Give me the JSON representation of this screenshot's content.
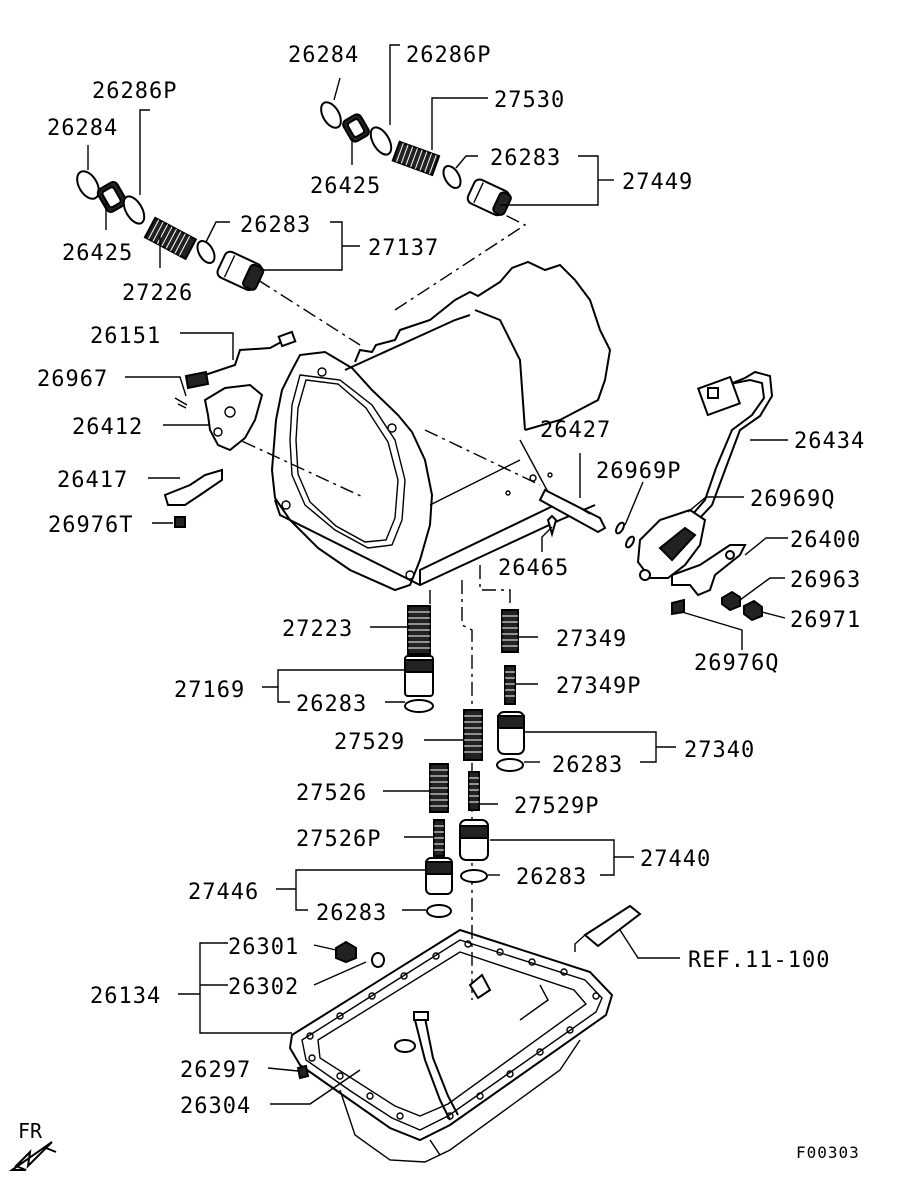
{
  "diagram": {
    "drawing_code": "F00303",
    "direction_label": "FR",
    "reference": "REF.11-100",
    "part_labels": {
      "p26284_a": "26284",
      "p26286P_a": "26286P",
      "p26425_a": "26425",
      "p27530": "27530",
      "p26283_a": "26283",
      "p27449": "27449",
      "p26286P_b": "26286P",
      "p26284_b": "26284",
      "p26425_b": "26425",
      "p26283_b": "26283",
      "p27137": "27137",
      "p27226": "27226",
      "p26151": "26151",
      "p26967": "26967",
      "p26412": "26412",
      "p26417": "26417",
      "p26976T": "26976T",
      "p26427": "26427",
      "p26969P": "26969P",
      "p26434": "26434",
      "p26969Q": "26969Q",
      "p26400": "26400",
      "p26465": "26465",
      "p26963": "26963",
      "p26971": "26971",
      "p26976Q": "26976Q",
      "p27223": "27223",
      "p27349": "27349",
      "p27169": "27169",
      "p26283_c": "26283",
      "p27349P": "27349P",
      "p27529": "27529",
      "p27340": "27340",
      "p26283_d": "26283",
      "p27526": "27526",
      "p27529P": "27529P",
      "p27526P": "27526P",
      "p27440": "27440",
      "p26283_e": "26283",
      "p27446": "27446",
      "p26283_f": "26283",
      "p26301": "26301",
      "p26302": "26302",
      "p26134": "26134",
      "p26297": "26297",
      "p26304": "26304"
    }
  }
}
